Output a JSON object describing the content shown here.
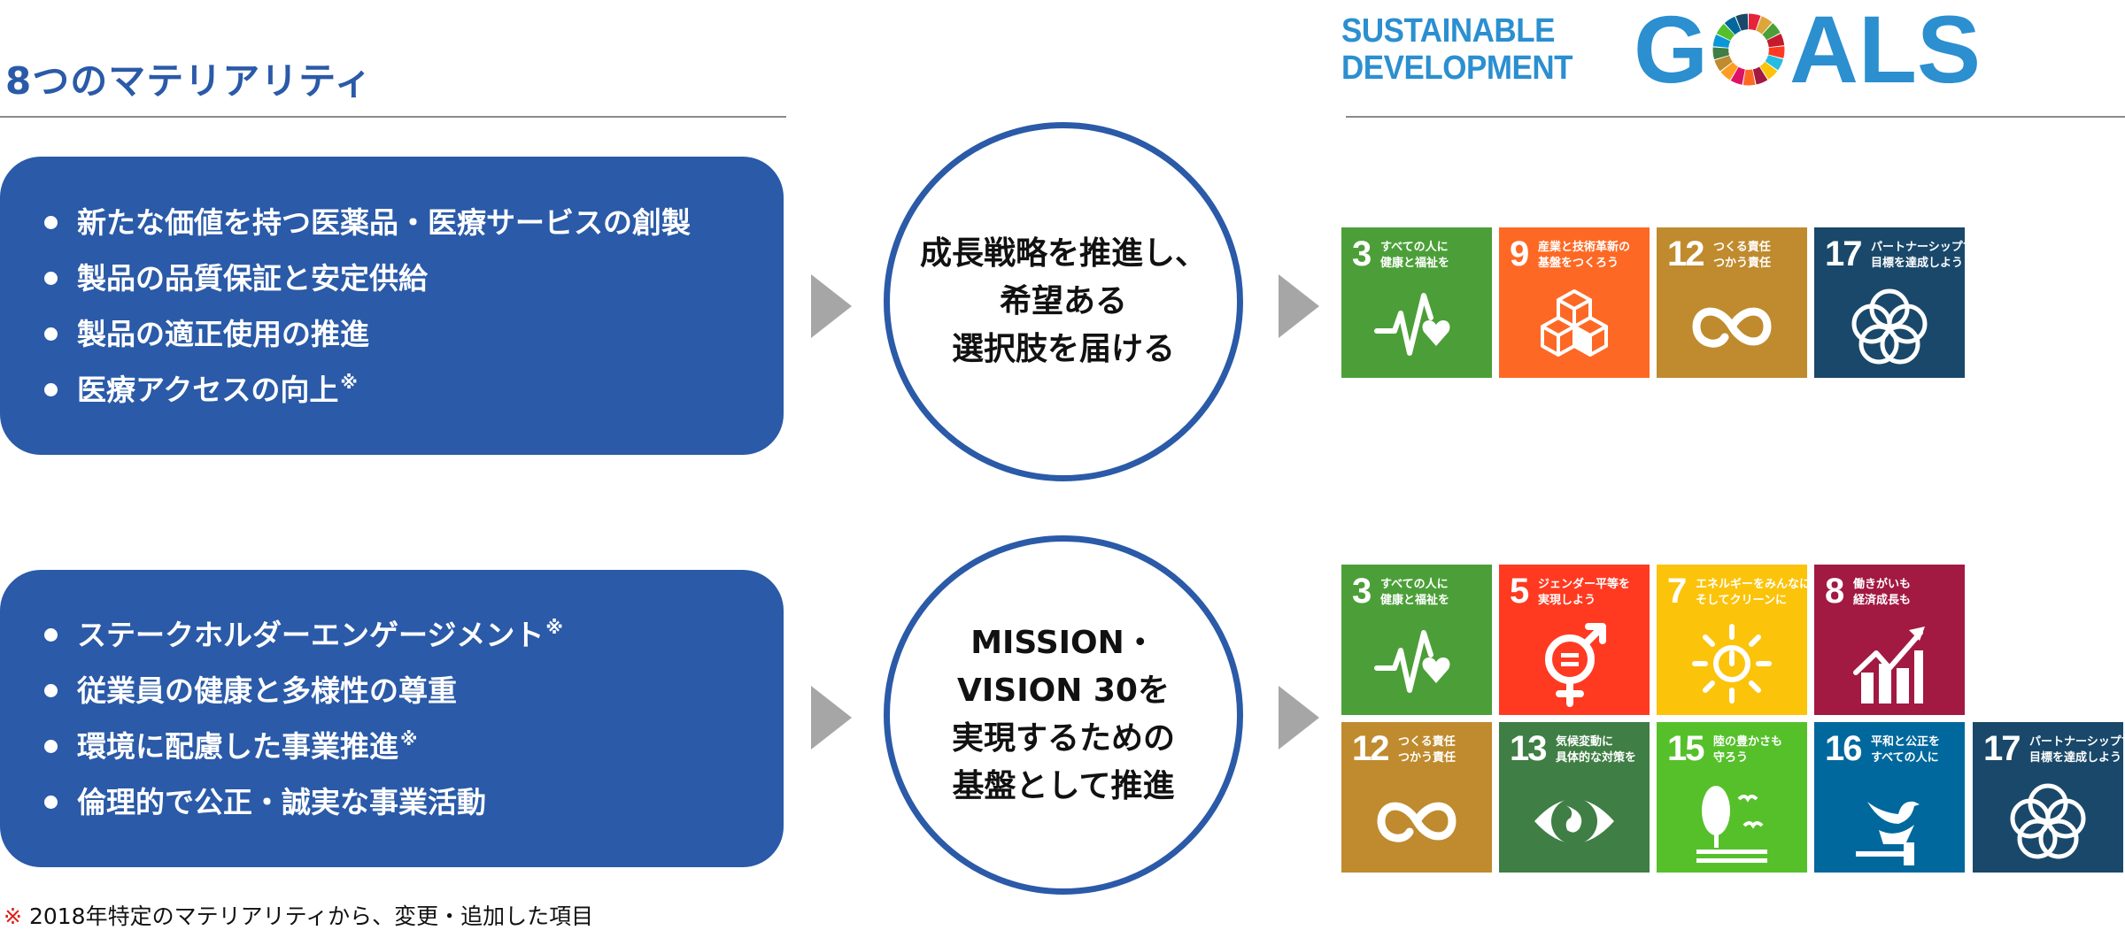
{
  "header": {
    "title": "8つのマテリアリティ"
  },
  "materiality_groups": [
    {
      "items": [
        {
          "text": "新たな価値を持つ医薬品・医療サービスの創製",
          "mark": ""
        },
        {
          "text": "製品の品質保証と安定供給",
          "mark": ""
        },
        {
          "text": "製品の適正使用の推進",
          "mark": ""
        },
        {
          "text": "医療アクセスの向上",
          "mark": "※"
        }
      ]
    },
    {
      "items": [
        {
          "text": "ステークホルダーエンゲージメント",
          "mark": "※"
        },
        {
          "text": "従業員の健康と多様性の尊重",
          "mark": ""
        },
        {
          "text": "環境に配慮した事業推進",
          "mark": "※"
        },
        {
          "text": "倫理的で公正・誠実な事業活動",
          "mark": ""
        }
      ]
    }
  ],
  "circles": [
    {
      "lines": [
        "成長戦略を推進し、",
        "希望ある",
        "選択肢を届ける"
      ]
    },
    {
      "lines": [
        "MISSION・",
        "VISION 30を",
        "実現するための",
        "基盤として推進"
      ]
    }
  ],
  "logo": {
    "line1": "SUSTAINABLE",
    "line2": "DEVELOPMENT",
    "g": "G",
    "als": "ALS"
  },
  "sdg_rows": [
    [
      {
        "num": "3",
        "label": [
          "すべての人に",
          "健康と福祉を"
        ],
        "color": "#4c9f38",
        "icon": "heartbeat"
      },
      {
        "num": "9",
        "label": [
          "産業と技術革新の",
          "基盤をつくろう"
        ],
        "color": "#fd6925",
        "icon": "cubes"
      },
      {
        "num": "12",
        "label": [
          "つくる責任",
          "つかう責任"
        ],
        "color": "#bf8b2e",
        "icon": "infinity"
      },
      {
        "num": "17",
        "label": [
          "パートナーシップで",
          "目標を達成しよう"
        ],
        "color": "#19486a",
        "icon": "rings"
      }
    ],
    [
      {
        "num": "3",
        "label": [
          "すべての人に",
          "健康と福祉を"
        ],
        "color": "#4c9f38",
        "icon": "heartbeat"
      },
      {
        "num": "5",
        "label": [
          "ジェンダー平等を",
          "実現しよう"
        ],
        "color": "#ff3a21",
        "icon": "gender"
      },
      {
        "num": "7",
        "label": [
          "エネルギーをみんなに",
          "そしてクリーンに"
        ],
        "color": "#fcc30b",
        "icon": "sun"
      },
      {
        "num": "8",
        "label": [
          "働きがいも",
          "経済成長も"
        ],
        "color": "#a21942",
        "icon": "growth"
      }
    ],
    [
      {
        "num": "12",
        "label": [
          "つくる責任",
          "つかう責任"
        ],
        "color": "#bf8b2e",
        "icon": "infinity"
      },
      {
        "num": "13",
        "label": [
          "気候変動に",
          "具体的な対策を"
        ],
        "color": "#3f7e44",
        "icon": "eye-globe"
      },
      {
        "num": "15",
        "label": [
          "陸の豊かさも",
          "守ろう"
        ],
        "color": "#56c02b",
        "icon": "tree"
      },
      {
        "num": "16",
        "label": [
          "平和と公正を",
          "すべての人に"
        ],
        "color": "#00689d",
        "icon": "dove"
      },
      {
        "num": "17",
        "label": [
          "パートナーシップで",
          "目標を達成しよう"
        ],
        "color": "#19486a",
        "icon": "rings"
      }
    ]
  ],
  "footnote": {
    "mark": "※",
    "text": "2018年特定のマテリアリティから、変更・追加した項目"
  }
}
